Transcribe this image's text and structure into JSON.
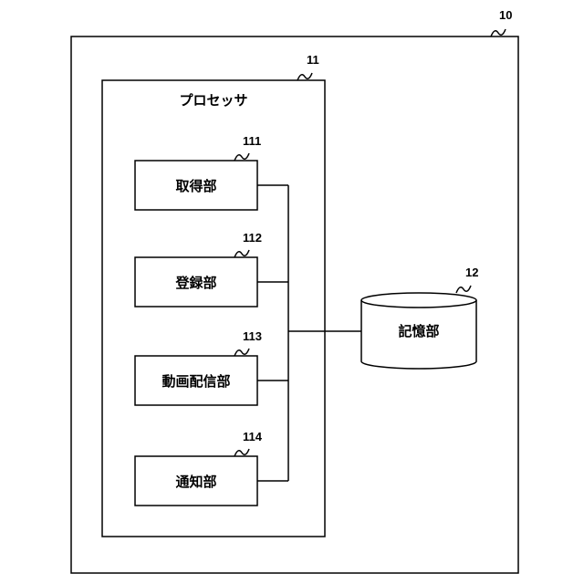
{
  "device": {
    "ref": "10"
  },
  "processor": {
    "ref": "11",
    "label": "プロセッサ"
  },
  "modules": [
    {
      "ref": "111",
      "label": "取得部"
    },
    {
      "ref": "112",
      "label": "登録部"
    },
    {
      "ref": "113",
      "label": "動画配信部"
    },
    {
      "ref": "114",
      "label": "通知部"
    }
  ],
  "storage": {
    "ref": "12",
    "label": "記憶部"
  }
}
